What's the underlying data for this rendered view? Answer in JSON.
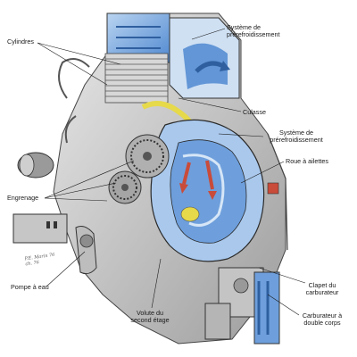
{
  "labels": {
    "cylindres": "Cylindres",
    "prerefroid_top_1": "Système de",
    "prerefroid_top_2": "prérefroidissement",
    "culasse": "Culasse",
    "prerefroid_mid_1": "Système de",
    "prerefroid_mid_2": "prérefroidissement",
    "roue": "Roue à ailettes",
    "engrenage": "Engrenage",
    "pompe": "Pompe à eau",
    "volute_1": "Volute du",
    "volute_2": "second étage",
    "clapet_1": "Clapet du",
    "clapet_2": "carburateur",
    "carbu_1": "Carburateur à",
    "carbu_2": "double corps"
  },
  "signature": {
    "line1": "P.E. Marin 76",
    "line2": "ch. 76"
  },
  "colors": {
    "cooling_blue": "#4f88d0",
    "light_blue": "#a9c8ec",
    "flow_red": "#c94b3a",
    "oil_yellow": "#e6d94a",
    "engine_grey": "#bfbfbf",
    "ink": "#2a2a2a"
  }
}
